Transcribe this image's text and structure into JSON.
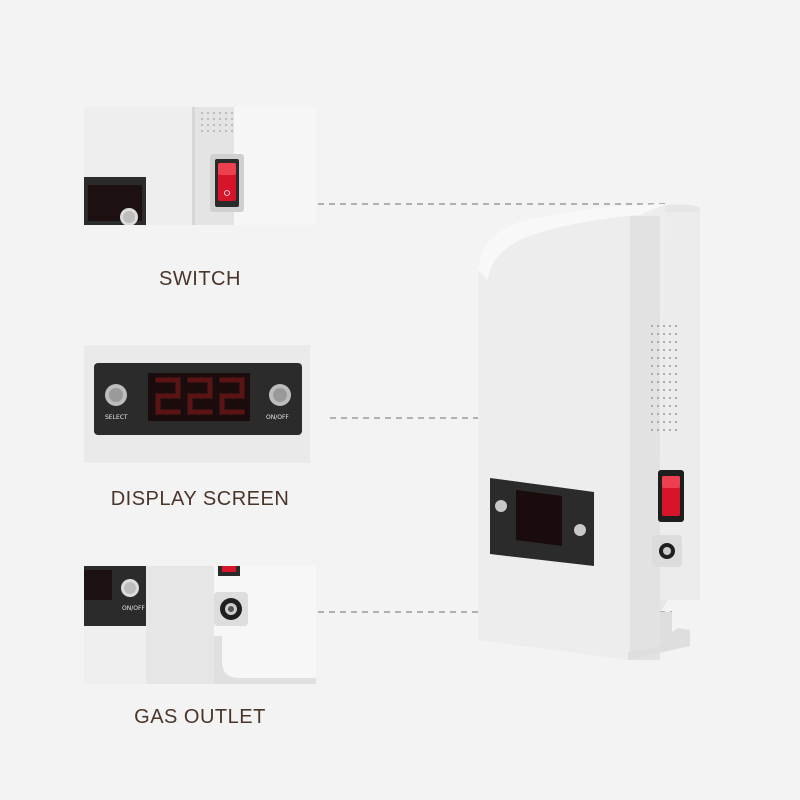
{
  "callouts": [
    {
      "label": "SWITCH"
    },
    {
      "label": "DISPLAY SCREEN"
    },
    {
      "label": "GAS OUTLET"
    }
  ],
  "control_panel": {
    "select_label": "SELECT",
    "onoff_label": "ON/OFF"
  },
  "icons": {
    "switch": "rocker-switch-icon",
    "outlet": "gas-outlet-icon",
    "button": "round-button-icon"
  },
  "colors": {
    "background": "#f3f3f3",
    "device_body": "#ededed",
    "panel_dark": "#2b2b2b",
    "switch_red": "#d8142a",
    "caption_text": "#4a352a",
    "leader_line": "#9a9a9a"
  }
}
